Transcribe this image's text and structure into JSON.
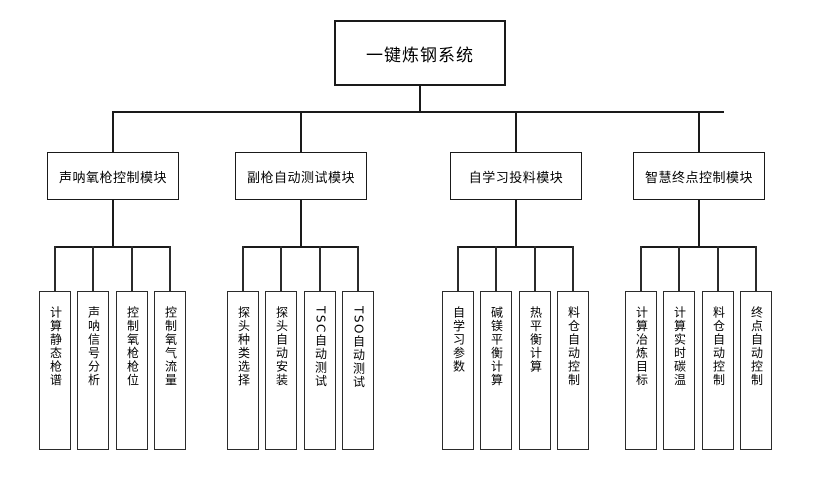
{
  "diagram": {
    "title": "一键炼钢系统",
    "type": "organization-tree",
    "root": {
      "label": "一键炼钢系统"
    },
    "modules": [
      {
        "label": "声呐氧枪控制模块",
        "leaves": [
          {
            "label": "计算静态枪谱"
          },
          {
            "label": "声呐信号分析"
          },
          {
            "label": "控制氧枪枪位"
          },
          {
            "label": "控制氧气流量"
          }
        ]
      },
      {
        "label": "副枪自动测试模块",
        "leaves": [
          {
            "label": "探头种类选择"
          },
          {
            "label": "探头自动安装"
          },
          {
            "label": "TSC自动测试"
          },
          {
            "label": "TSO自动测试"
          }
        ]
      },
      {
        "label": "自学习投料模块",
        "leaves": [
          {
            "label": "自学习参数"
          },
          {
            "label": "碱镁平衡计算"
          },
          {
            "label": "热平衡计算"
          },
          {
            "label": "料仓自动控制"
          }
        ]
      },
      {
        "label": "智慧终点控制模块",
        "leaves": [
          {
            "label": "计算冶炼目标"
          },
          {
            "label": "计算实时碳温"
          },
          {
            "label": "料仓自动控制"
          },
          {
            "label": "终点自动控制"
          }
        ]
      }
    ],
    "colors": {
      "background": "#ffffff",
      "stroke": "#1a1a1a",
      "stroke_light": "#2b2b2b",
      "text": "#000000"
    }
  }
}
